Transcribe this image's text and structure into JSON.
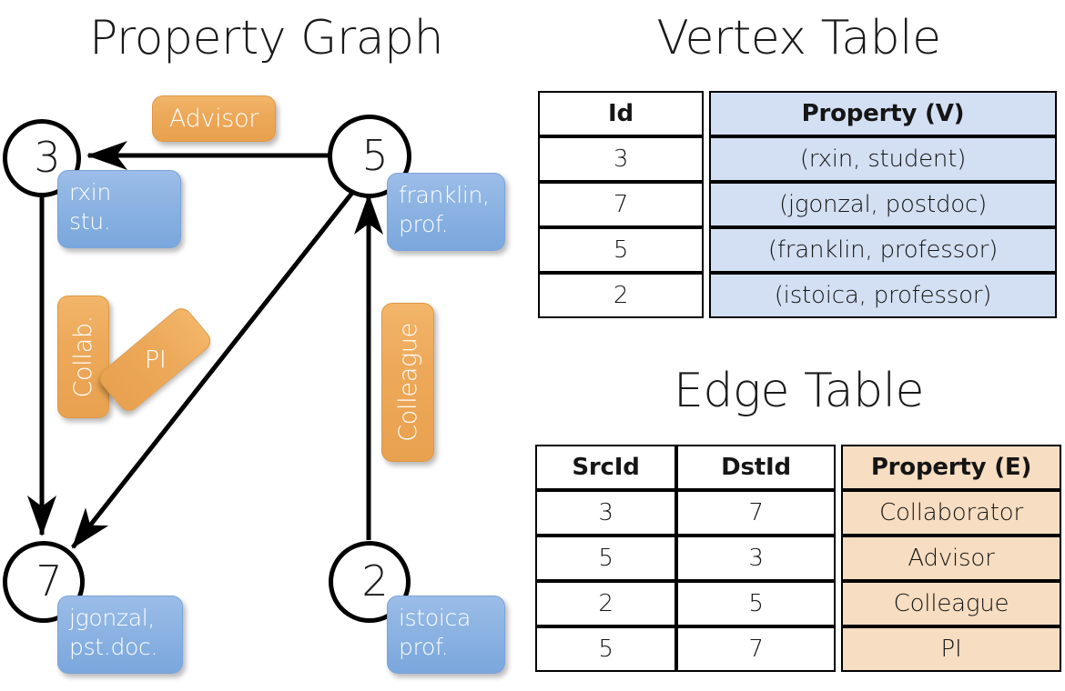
{
  "titles": {
    "property_graph": "Property Graph",
    "vertex_table": "Vertex Table",
    "edge_table": "Edge Table"
  },
  "colors": {
    "vertex_property_fill": "#d3dff2",
    "edge_property_fill": "#f7ddc1",
    "node_box_blue": "#8fb5e3",
    "edge_label_orange": "#eda95a",
    "stroke": "#000000"
  },
  "graph": {
    "nodes": [
      {
        "id": "3",
        "label_line1": "rxin",
        "label_line2": "stu."
      },
      {
        "id": "5",
        "label_line1": "franklin,",
        "label_line2": "prof."
      },
      {
        "id": "7",
        "label_line1": "jgonzal,",
        "label_line2": "pst.doc."
      },
      {
        "id": "2",
        "label_line1": "istoica",
        "label_line2": "prof."
      }
    ],
    "edge_labels": [
      {
        "text": "Advisor",
        "orientation": "horizontal"
      },
      {
        "text": "Collab.",
        "orientation": "vertical"
      },
      {
        "text": "PI",
        "orientation": "diagonal"
      },
      {
        "text": "Colleague",
        "orientation": "vertical"
      }
    ],
    "edges": [
      {
        "from": "5",
        "to": "3",
        "label": "Advisor"
      },
      {
        "from": "3",
        "to": "7",
        "label": "Collab."
      },
      {
        "from": "5",
        "to": "7",
        "label": "PI"
      },
      {
        "from": "2",
        "to": "5",
        "label": "Colleague"
      }
    ]
  },
  "vertex_table": {
    "headers": [
      "Id",
      "Property (V)"
    ],
    "rows": [
      {
        "id": "3",
        "property": "(rxin, student)"
      },
      {
        "id": "7",
        "property": "(jgonzal, postdoc)"
      },
      {
        "id": "5",
        "property": "(franklin, professor)"
      },
      {
        "id": "2",
        "property": "(istoica, professor)"
      }
    ]
  },
  "edge_table": {
    "headers": [
      "SrcId",
      "DstId",
      "Property (E)"
    ],
    "rows": [
      {
        "src": "3",
        "dst": "7",
        "property": "Collaborator"
      },
      {
        "src": "5",
        "dst": "3",
        "property": "Advisor"
      },
      {
        "src": "2",
        "dst": "5",
        "property": "Colleague"
      },
      {
        "src": "5",
        "dst": "7",
        "property": "PI"
      }
    ]
  }
}
